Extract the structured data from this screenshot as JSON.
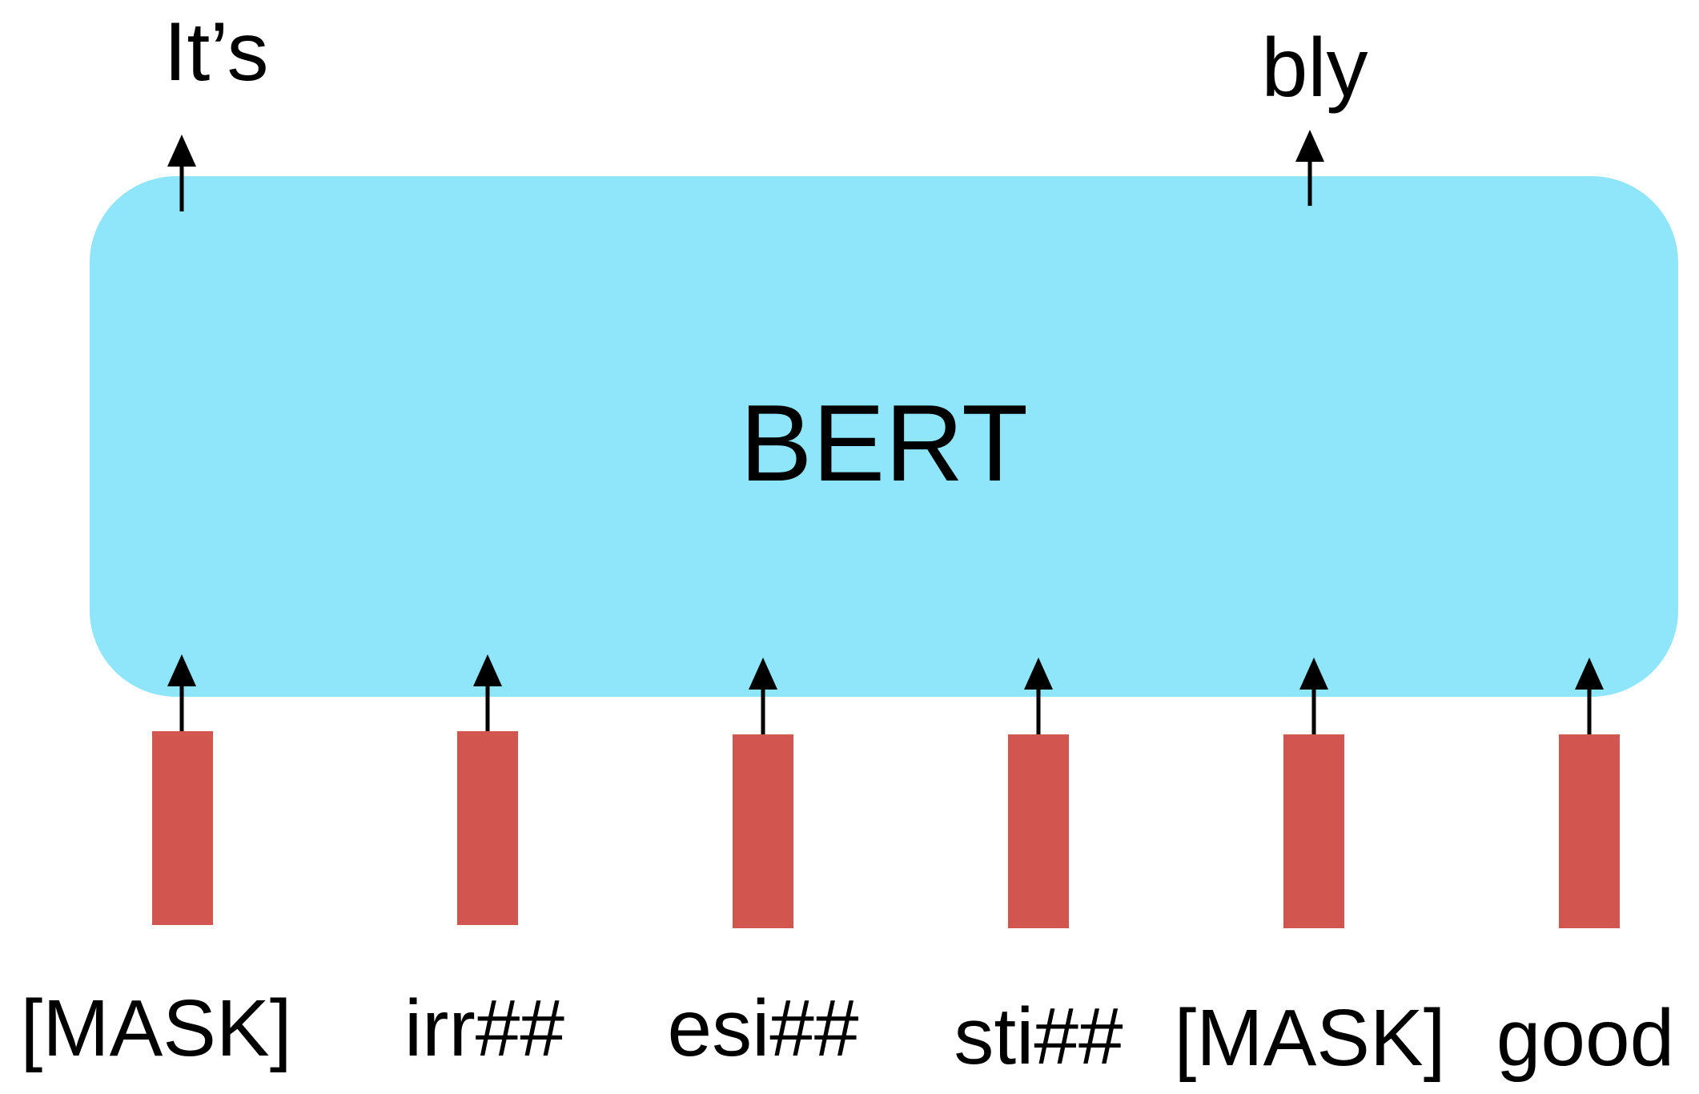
{
  "model": {
    "label": "BERT",
    "box_color": "#8fe5fa"
  },
  "embedding_color": "#d25550",
  "arrow_color": "#000000",
  "outputs": [
    {
      "text": "It’s"
    },
    {
      "text": "bly"
    }
  ],
  "inputs": [
    {
      "text": "[MASK]"
    },
    {
      "text": "irr##"
    },
    {
      "text": "esi##"
    },
    {
      "text": "sti##"
    },
    {
      "text": "[MASK]"
    },
    {
      "text": "good"
    }
  ]
}
